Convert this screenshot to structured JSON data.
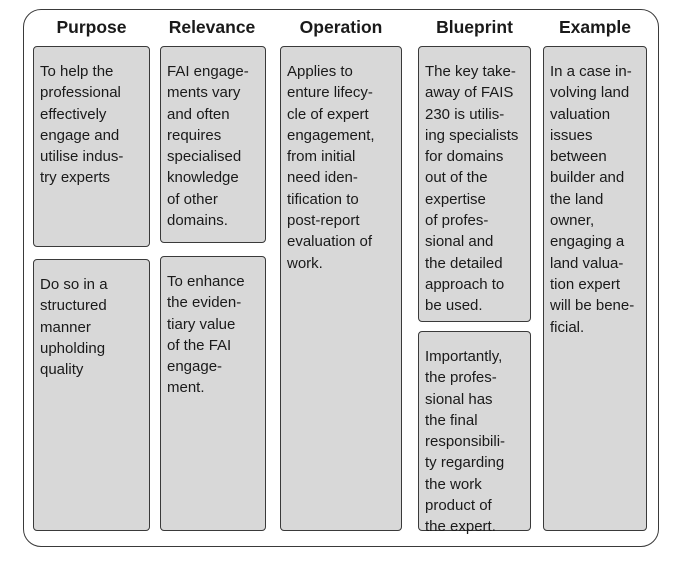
{
  "headers": [
    "Purpose",
    "Relevance",
    "Operation",
    "Blueprint",
    "Example"
  ],
  "boxes": {
    "purpose_1": [
      "To help the",
      "professional",
      "effectively",
      "engage and",
      "utilise indus-",
      "try experts"
    ],
    "purpose_2": [
      "Do so in a",
      "structured",
      "manner",
      "upholding",
      "quality"
    ],
    "relevance_1": [
      "FAI engage-",
      "ments vary",
      "and often",
      "requires",
      "specialised",
      "knowledge",
      "of other",
      "domains."
    ],
    "relevance_2": [
      "To enhance",
      "the eviden-",
      "tiary value",
      "of the FAI",
      "engage-",
      "ment."
    ],
    "operation_1": [
      "Applies to",
      "enture lifecy-",
      "cle of expert",
      "engagement,",
      "from initial",
      "need iden-",
      "tification to",
      "post-report",
      "evaluation of",
      "work."
    ],
    "blueprint_1": [
      "The key take-",
      "away of FAIS",
      "230 is utilis-",
      "ing specialists",
      "for domains",
      "out of the",
      "expertise",
      "of profes-",
      "sional and",
      "the detailed",
      "approach to",
      "be used."
    ],
    "blueprint_2": [
      "Importantly,",
      "the profes-",
      "sional has",
      "the final",
      "responsibili-",
      "ty regarding",
      "the work",
      "product of",
      "the expert."
    ],
    "example_1": [
      "In a case in-",
      "volving land",
      "valuation",
      "issues",
      "between",
      "builder and",
      "the land",
      "owner,",
      "engaging a",
      "land valua-",
      "tion expert",
      "will be bene-",
      "ficial."
    ]
  }
}
